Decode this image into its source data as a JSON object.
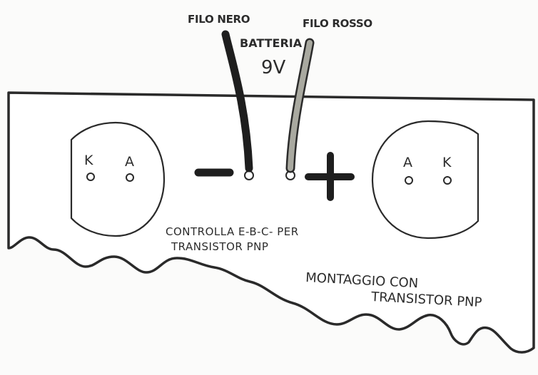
{
  "wires": {
    "black_label": "FILO NERO",
    "red_label": "FILO ROSSO"
  },
  "battery": {
    "label": "BATTERIA",
    "voltage": "9V"
  },
  "terminals": {
    "minus": "−",
    "plus": "+"
  },
  "left_socket": {
    "pin1": "K",
    "pin2": "A"
  },
  "right_socket": {
    "pin1": "A",
    "pin2": "K"
  },
  "note_check": {
    "line1": "CONTROLLA E-B-C- PER",
    "line2": "TRANSISTOR PNP"
  },
  "note_assembly": {
    "line1": "MONTAGGIO CON",
    "line2": "TRANSISTOR PNP"
  },
  "colors": {
    "ink": "#2c2c2c",
    "black_wire": "#1e1e1e",
    "red_wire_fill": "#a9a9a0",
    "paper": "#fbfbfa"
  }
}
